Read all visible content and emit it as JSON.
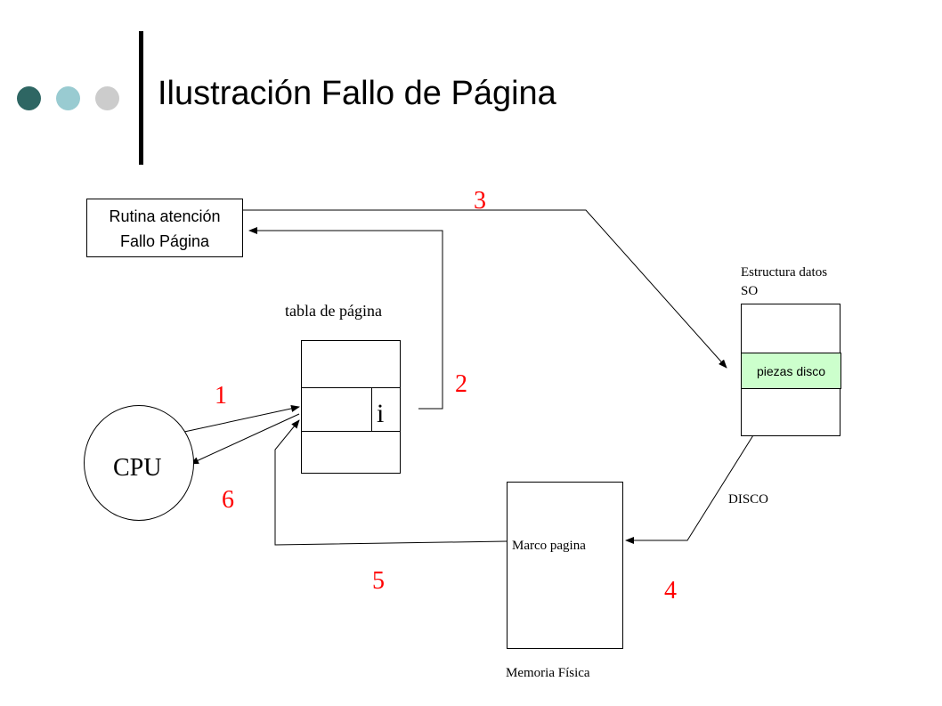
{
  "slide": {
    "title": "Ilustración Fallo de Página",
    "decor_colors": [
      "#2e6663",
      "#99cbd1",
      "#cccccc"
    ]
  },
  "diagram": {
    "rutina": {
      "line1": "Rutina atención",
      "line2": "Fallo Página"
    },
    "tabla_label": "tabla de página",
    "entry_label": "i",
    "cpu_label": "CPU",
    "estructura": {
      "line1": "Estructura datos",
      "line2": "SO"
    },
    "piezas_label": "piezas disco",
    "piezas_color": "#ccffcc",
    "disco_label": "DISCO",
    "marco_label": "Marco pagina",
    "memoria_label": "Memoria Física",
    "step_color": "#ff0000",
    "steps": [
      "1",
      "2",
      "3",
      "4",
      "5",
      "6"
    ]
  }
}
